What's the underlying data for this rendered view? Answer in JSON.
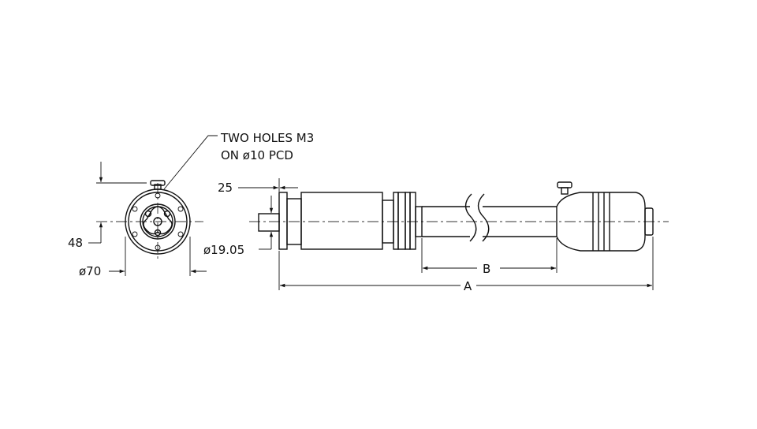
{
  "note": {
    "line1": "TWO HOLES M3",
    "line2": "ON ø10 PCD"
  },
  "dimensions": {
    "height": "48",
    "flange_diameter": "ø70",
    "shaft_length": "25",
    "shaft_diameter": "ø19.05",
    "length_b": "B",
    "length_a": "A"
  },
  "colors": {
    "ink": "#111111",
    "background": "#ffffff"
  }
}
